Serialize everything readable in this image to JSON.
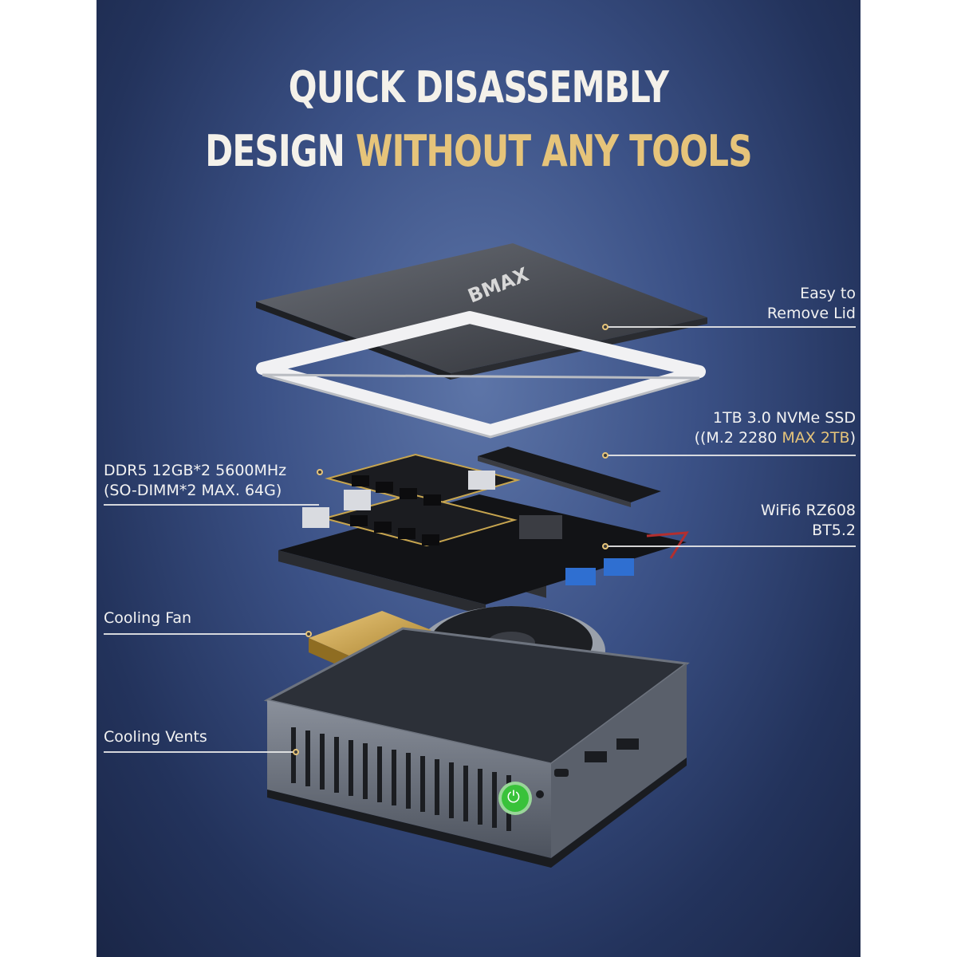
{
  "headline": {
    "line1": "QUICK DISASSEMBLY",
    "line2_white": "DESIGN ",
    "line2_gold": "WITHOUT ANY TOOLS"
  },
  "brand_logo_text": "BMAX",
  "callouts": {
    "lid": {
      "line1": "Easy to",
      "line2": "Remove Lid"
    },
    "ssd": {
      "line1": "1TB 3.0 NVMe SSD",
      "line2_white": "((M.2 2280 ",
      "line2_gold": "MAX 2TB",
      "line2_end": ")"
    },
    "ram": {
      "line1": "DDR5 12GB*2 5600MHz",
      "line2": "(SO-DIMM*2 MAX. 64G)"
    },
    "wifi": {
      "line1": "WiFi6 RZ608",
      "line2": "BT5.2"
    },
    "fan": {
      "label": "Cooling Fan"
    },
    "vents": {
      "label": "Cooling Vents"
    }
  },
  "colors": {
    "accent_gold": "#e6c47a",
    "background": "#33497c",
    "power_button": "#39c23a"
  },
  "icons": [
    "power-icon"
  ]
}
